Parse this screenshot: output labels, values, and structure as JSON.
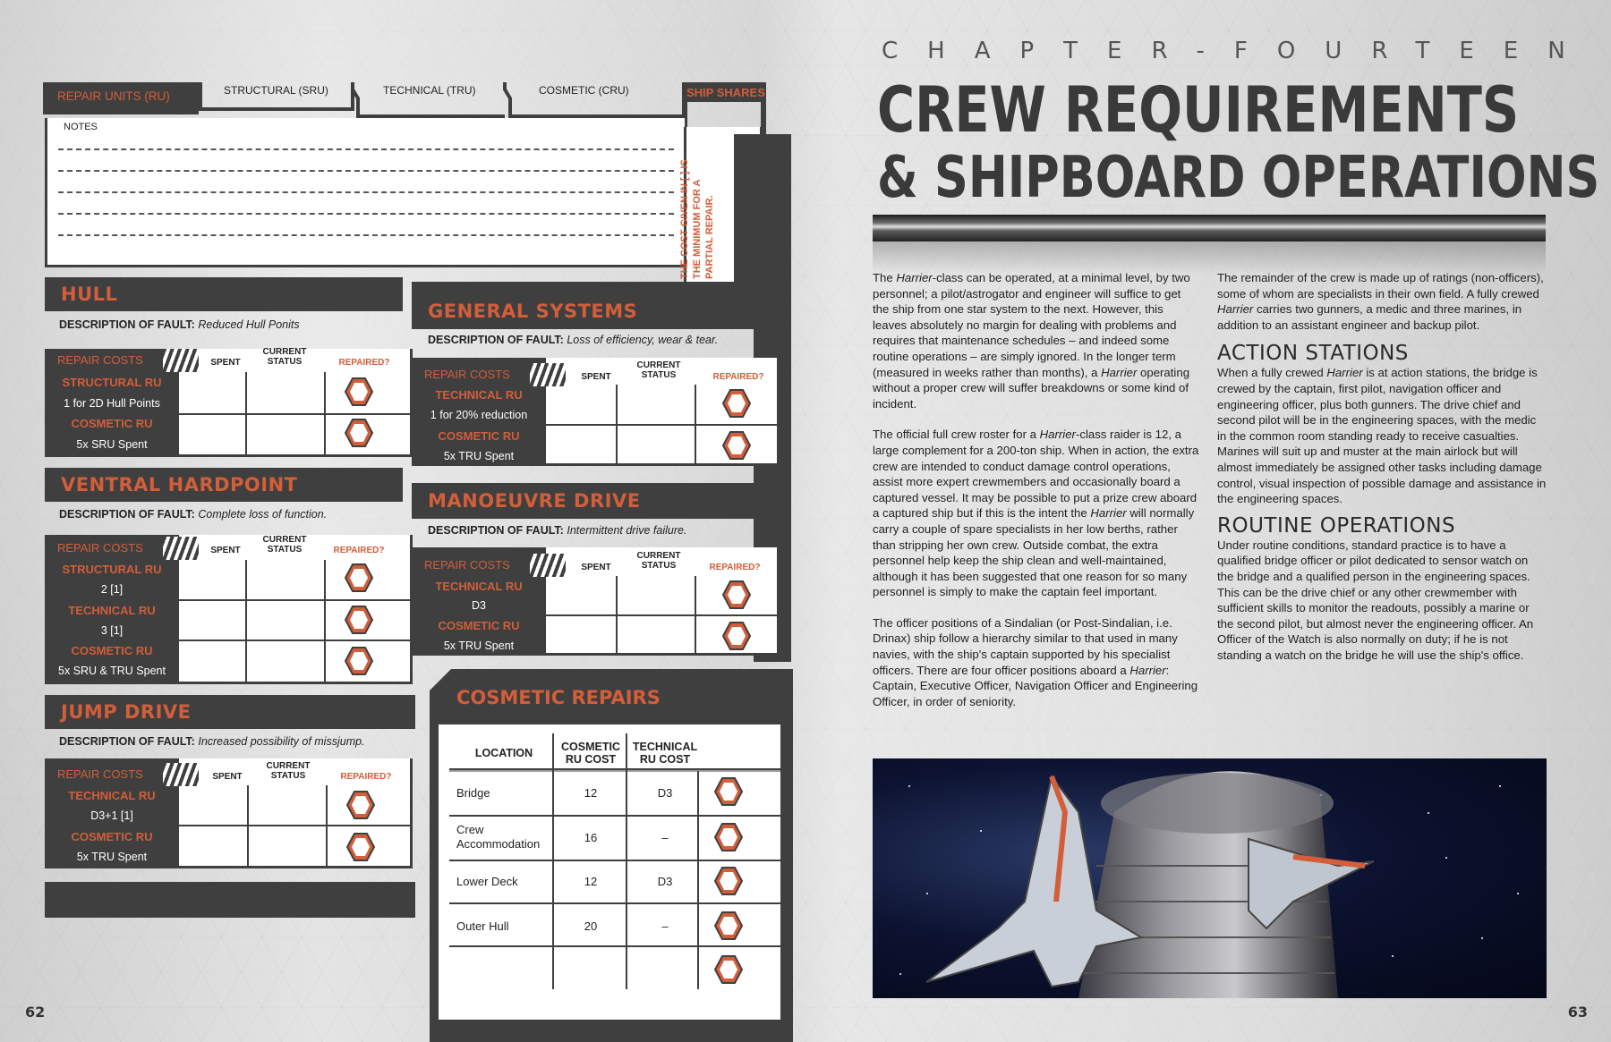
{
  "left_page": {
    "page_number": "62",
    "repair_units": {
      "title": "REPAIR UNITS (RU)",
      "tabs": [
        "STRUCTURAL (SRU)",
        "TECHNICAL (TRU)",
        "COSMETIC (CRU)"
      ],
      "ship_shares": "SHIP SHARES",
      "notes_label": "NOTES",
      "side_note": "THE COST GIVEN IN [ ] IS THE MINIMUM FOR A PARTIAL REPAIR."
    },
    "columns": {
      "repair_costs": "REPAIR COSTS",
      "spent": "SPENT",
      "current_status": "CURRENT STATUS",
      "repaired": "REPAIRED?"
    },
    "desc_label": "DESCRIPTION OF FAULT:",
    "hull": {
      "title": "HULL",
      "fault": "Reduced Hull Ponits",
      "rows": [
        {
          "label": "STRUCTURAL RU",
          "value": "1 for 2D Hull Points"
        },
        {
          "label": "COSMETIC RU",
          "value": "5x SRU Spent"
        }
      ]
    },
    "ventral": {
      "title": "VENTRAL HARDPOINT",
      "fault": "Complete loss of function.",
      "rows": [
        {
          "label": "STRUCTURAL RU",
          "value": "2 [1]"
        },
        {
          "label": "TECHNICAL RU",
          "value": "3 [1]"
        },
        {
          "label": "COSMETIC RU",
          "value": "5x SRU & TRU Spent"
        }
      ]
    },
    "jump": {
      "title": "JUMP DRIVE",
      "fault": "Increased possibility of missjump.",
      "rows": [
        {
          "label": "TECHNICAL RU",
          "value": "D3+1 [1]"
        },
        {
          "label": "COSMETIC RU",
          "value": "5x TRU Spent"
        }
      ]
    },
    "general": {
      "title": "GENERAL SYSTEMS",
      "fault": "Loss of efficiency, wear & tear.",
      "rows": [
        {
          "label": "TECHNICAL RU",
          "value": "1 for 20% reduction"
        },
        {
          "label": "COSMETIC RU",
          "value": "5x TRU Spent"
        }
      ]
    },
    "manoeuvre": {
      "title": "MANOEUVRE DRIVE",
      "fault": "Intermittent drive failure.",
      "rows": [
        {
          "label": "TECHNICAL RU",
          "value": "D3"
        },
        {
          "label": "COSMETIC RU",
          "value": "5x TRU Spent"
        }
      ]
    },
    "cosmetic_repairs": {
      "title": "COSMETIC REPAIRS",
      "headers": [
        "LOCATION",
        "COSMETIC RU COST",
        "TECHNICAL RU COST"
      ],
      "rows": [
        {
          "location": "Bridge",
          "cosmetic": "12",
          "technical": "D3"
        },
        {
          "location": "Crew Accommodation",
          "cosmetic": "16",
          "technical": "–"
        },
        {
          "location": "Lower Deck",
          "cosmetic": "12",
          "technical": "D3"
        },
        {
          "location": "Outer Hull",
          "cosmetic": "20",
          "technical": "–"
        }
      ]
    }
  },
  "right_page": {
    "page_number": "63",
    "chapter": "CHAPTER-FOURTEEN",
    "title_line1": "CREW REQUIREMENTS",
    "title_line2": "& SHIPBOARD OPERATIONS",
    "col1": {
      "p1_a": "The ",
      "p1_i1": "Harrier",
      "p1_b": "-class can be operated, at a minimal level, by two personnel; a pilot/astrogator and engineer will suffice to get the ship from one star system to the next. However, this leaves absolutely no margin for dealing with problems and requires that maintenance schedules – and indeed some routine operations – are simply ignored. In the longer term (measured in weeks rather than months), a ",
      "p1_i2": "Harrier",
      "p1_c": " operating without a proper crew will suffer breakdowns or some kind of incident.",
      "p2_a": "The official full crew roster for a ",
      "p2_i1": "Harrier",
      "p2_b": "-class raider is 12, a large complement for a 200-ton ship. When in action, the extra crew are intended to conduct damage control operations, assist more expert crewmembers and occasionally board a captured vessel. It may be possible to put a prize crew aboard a captured ship but if this is the intent the ",
      "p2_i2": "Harrier",
      "p2_c": " will normally carry a couple of spare specialists in her low berths, rather than stripping her own crew. Outside combat, the extra personnel help keep the ship clean and well-maintained, although it has been suggested that one reason for so many personnel is simply to make the captain feel important.",
      "p3_a": "The officer positions of a Sindalian (or Post-Sindalian, i.e. Drinax) ship follow a hierarchy similar to that used in many navies, with the ship's captain supported by his specialist officers. There are four officer positions aboard a ",
      "p3_i1": "Harrier",
      "p3_b": ": Captain, Executive Officer, Navigation Officer and Engineering Officer, in order of seniority."
    },
    "col2": {
      "p1_a": "The remainder of the crew is made up of ratings (non-officers), some of whom are specialists in their own field. A fully crewed ",
      "p1_i1": "Harrier",
      "p1_b": " carries two gunners, a medic and three marines, in addition to an assistant engineer and backup pilot.",
      "h_action": "ACTION STATIONS",
      "p2_a": "When a fully crewed ",
      "p2_i1": "Harrier",
      "p2_b": " is at action stations, the bridge is crewed by the captain, first pilot, navigation officer and engineering officer, plus both gunners. The drive chief and second pilot will be in the engineering spaces, with the medic in the common room standing ready to receive casualties. Marines will suit up and muster at the main airlock but will almost immediately be assigned other tasks including damage control, visual inspection of possible damage and assistance in the engineering spaces.",
      "h_routine": "ROUTINE OPERATIONS",
      "p3": "Under routine conditions, standard practice is to have a qualified bridge officer or pilot dedicated to sensor watch on the bridge and a qualified person in the engineering spaces. This can be the drive chief or any other crewmember with sufficient skills to monitor the readouts, possibly a marine or the second pilot, but almost never the engineering officer. An Officer of the Watch is also normally on duty; if he is not standing a watch on the bridge he will use the ship's office."
    }
  },
  "colors": {
    "accent": "#d25e3a",
    "dark": "#3f3f3f"
  }
}
